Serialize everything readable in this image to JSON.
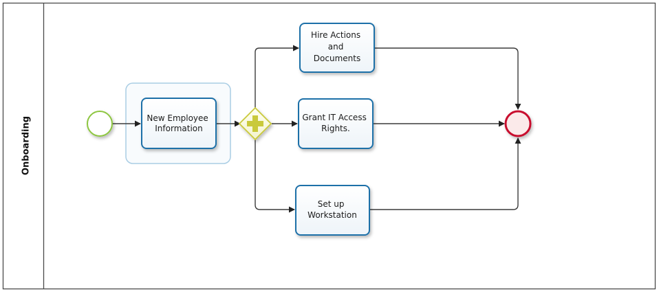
{
  "pool": {
    "lane_label": "Onboarding"
  },
  "tasks": {
    "new_employee": [
      "New Employee",
      "Information"
    ],
    "hire_actions": [
      "Hire Actions",
      "and",
      "Documents"
    ],
    "grant_it": [
      "Grant IT Access",
      "Rights."
    ],
    "setup_workstation": [
      "Set up",
      "Workstation"
    ]
  },
  "colors": {
    "start_event_stroke": "#8dc63f",
    "end_event_stroke": "#c8102e",
    "gateway_stroke": "#c9c93a",
    "task_stroke": "#1f6fa8",
    "subprocess_stroke": "#a9cde4"
  },
  "icons": {
    "start_event": "circle-thin",
    "end_event": "circle-thick",
    "gateway": "parallel-gateway-plus"
  }
}
